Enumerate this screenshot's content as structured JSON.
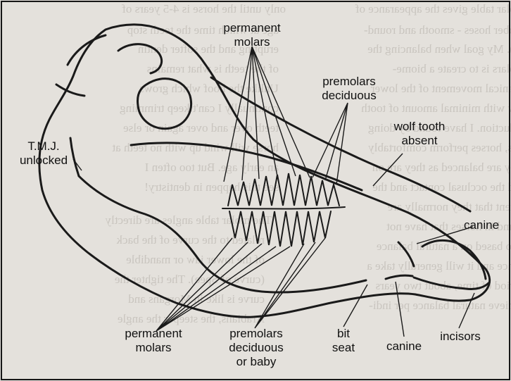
{
  "labels": {
    "molars_top": [
      "permanent",
      "molars"
    ],
    "premolars_top": [
      "premolars",
      "deciduous"
    ],
    "wolf_tooth": [
      "wolf tooth",
      "absent"
    ],
    "tmj": [
      "T.M.J.",
      "unlocked"
    ],
    "canine_upper": "canine",
    "molars_bottom": [
      "permanent",
      "molars"
    ],
    "premolars_bottom": [
      "premolars",
      "deciduous",
      "or baby"
    ],
    "bit_seat": [
      "bit",
      "seat"
    ],
    "canine_lower": "canine",
    "incisors": "incisors"
  },
  "bleed_through_text": [
    "only until the horse is 4-5 years of",
    "age at which time the teeth stop",
    "erupting and the softer dentin",
    "of the teeth is what remains",
    "Unlike the hoof which grows",
    "continually I can't keep trimming",
    "teeth over and over again or else",
    "horse will wind up with no teeth at",
    "an early age. But too often I",
    "see this happen in dentistry!",
    "The molar table angles are directly",
    "related to the curve of the back",
    "of the lower jaw or mandible",
    "(curve of Spee). The tighter the",
    "curve is like in Morgans and",
    "Arabians, the steeper the angle",
    "molar table gives the appearance of",
    "rubber hoses - smooth and round-",
    "ed). My goal when balancing the",
    "molars is to create a biome-",
    "chanical movement of the lower",
    "jaw with minimal amount of tooth",
    "reduction. I have found by doing",
    "this, horses perform comfortably",
    "they are balanced as they are on",
    "and the occlusal contact and the",
    "extent that they normally are",
    "found in horses that have not",
    "also based on a natural balance",
    "nance and it will generally take a",
    "period of time, about two years",
    "achieve natural balance per indi-"
  ]
}
